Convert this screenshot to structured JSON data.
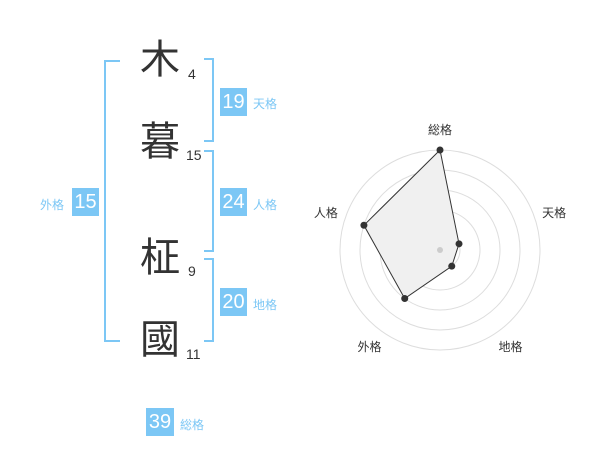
{
  "name_chars": [
    {
      "char": "木",
      "strokes": "4"
    },
    {
      "char": "暮",
      "strokes": "15"
    },
    {
      "char": "柾",
      "strokes": "9"
    },
    {
      "char": "國",
      "strokes": "11"
    }
  ],
  "kaku": {
    "tenkaku": {
      "label": "天格",
      "value": "19"
    },
    "jinkaku": {
      "label": "人格",
      "value": "24"
    },
    "chikaku": {
      "label": "地格",
      "value": "20"
    },
    "gaikaku": {
      "label": "外格",
      "value": "15"
    },
    "soukaku": {
      "label": "総格",
      "value": "39"
    }
  },
  "colors": {
    "accent": "#7cc7f5",
    "text": "#333333",
    "grid": "#dddddd",
    "fill": "#f0f0f0"
  },
  "chart_data": {
    "type": "radar",
    "axes": [
      "総格",
      "天格",
      "地格",
      "外格",
      "人格"
    ],
    "values": [
      5,
      1,
      1,
      3,
      4
    ],
    "rmax": 5,
    "rings": 5
  }
}
